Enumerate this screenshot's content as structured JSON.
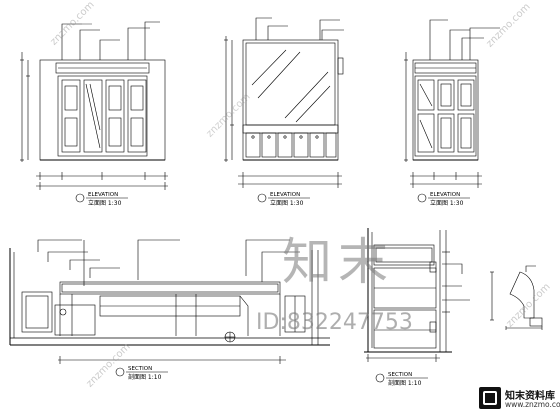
{
  "drawings": {
    "elevation_1": {
      "title": "ELEVATION",
      "subtitle": "立面图 1:30"
    },
    "elevation_2": {
      "title": "ELEVATION",
      "subtitle": "立面图 1:30"
    },
    "elevation_3": {
      "title": "ELEVATION",
      "subtitle": "立面图 1:30"
    },
    "section_1": {
      "title": "SECTION",
      "subtitle": "剖面图 1:10"
    },
    "section_2": {
      "title": "SECTION",
      "subtitle": "剖面图 1:10"
    }
  },
  "watermark": {
    "logo_text": "知末",
    "id_text": "ID:832247753",
    "site_name": "知末资料库",
    "site_url": "www.znzmo.com",
    "diagonal_text": "znzmo.com"
  },
  "colors": {
    "line": "#000000",
    "watermark": "#9a9a9a",
    "logo_badge": "#111111"
  }
}
